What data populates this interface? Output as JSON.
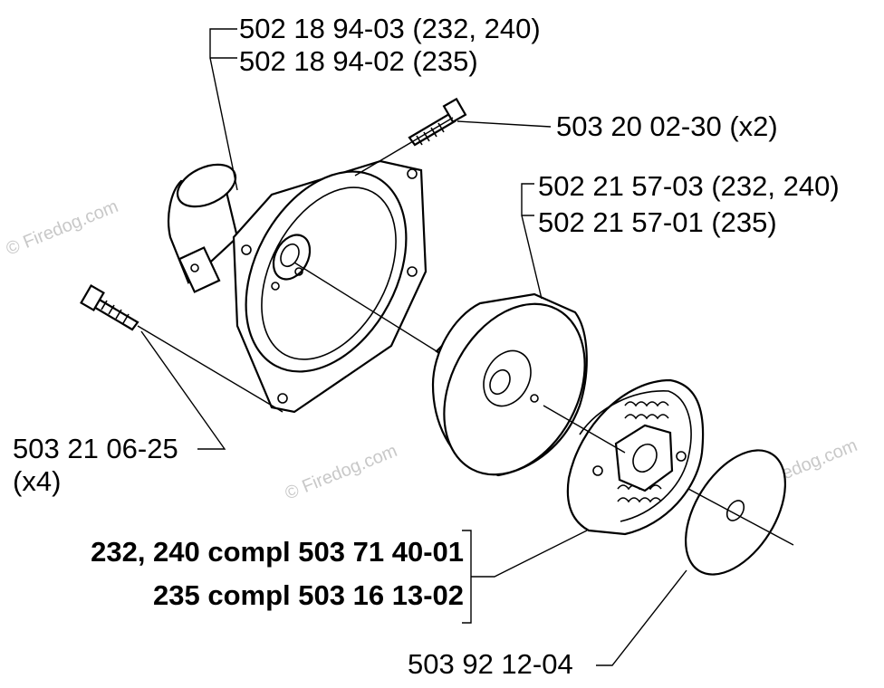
{
  "watermark": "© Firedog.com",
  "callouts": {
    "clutch_housing_a": "502 18 94-03 (232, 240)",
    "clutch_housing_b": "502 18 94-02 (235)",
    "screw_top": "503 20 02-30 (x2)",
    "clutch_drum_a": "502 21 57-03 (232, 240)",
    "clutch_drum_b": "502 21 57-01 (235)",
    "screw_left_a": "503 21 06-25",
    "screw_left_b": "(x4)",
    "clutch_compl_a": "232, 240 compl 503 71 40-01",
    "clutch_compl_b": "235 compl 503 16 13-02",
    "washer": "503 92 12-04"
  }
}
